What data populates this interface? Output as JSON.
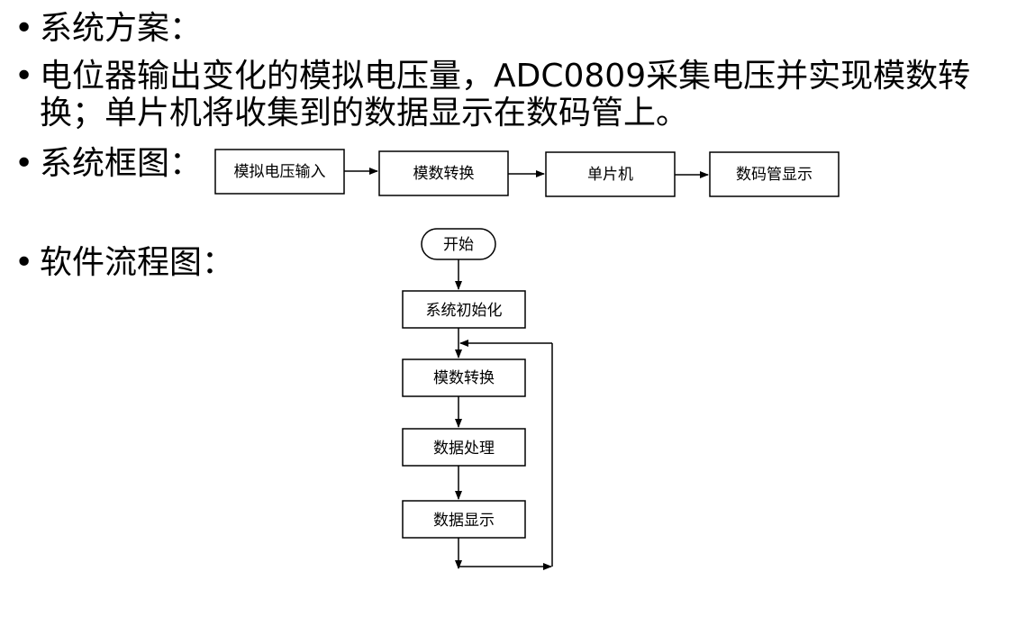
{
  "bullets": {
    "scheme_title": "系统方案：",
    "desc_line1": "电位器输出变化的模拟电压量，ADC0809采集电压并实现模数转",
    "desc_line2": "换；单片机将收集到的数据显示在数码管上。",
    "block_title": "系统框图：",
    "flow_title": "软件流程图："
  },
  "block_diagram": {
    "nodes": [
      "模拟电压输入",
      "模数转换",
      "单片机",
      "数码管显示"
    ]
  },
  "flowchart": {
    "start": "开始",
    "steps": [
      "系统初始化",
      "模数转换",
      "数据处理",
      "数据显示"
    ]
  }
}
